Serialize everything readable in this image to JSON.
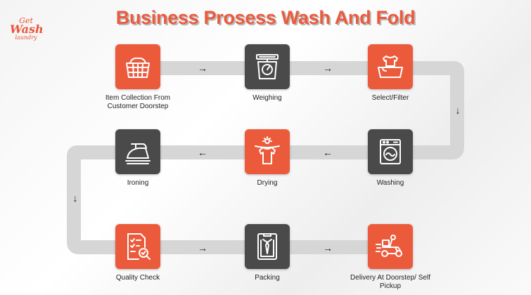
{
  "title": "Business Prosess Wash And Fold",
  "logo": {
    "line1": "Get",
    "line2": "Wash",
    "line3": "laundry"
  },
  "arrows": {
    "right": "→",
    "left": "←",
    "down": "↓"
  },
  "colors": {
    "accent": "#ec5a3c",
    "dark": "#4a4a4a",
    "track": "#d6d6d6"
  },
  "steps": [
    {
      "label": "Item Collection From Customer Doorstep",
      "icon": "laundry-basket-icon",
      "color": "orange"
    },
    {
      "label": "Weighing",
      "icon": "scale-icon",
      "color": "dark"
    },
    {
      "label": "Select/Filter",
      "icon": "shirt-tub-icon",
      "color": "orange"
    },
    {
      "label": "Washing",
      "icon": "washing-machine-icon",
      "color": "dark"
    },
    {
      "label": "Drying",
      "icon": "drying-shirt-icon",
      "color": "orange"
    },
    {
      "label": "Ironing",
      "icon": "iron-icon",
      "color": "dark"
    },
    {
      "label": "Quality Check",
      "icon": "checklist-icon",
      "color": "orange"
    },
    {
      "label": "Packing",
      "icon": "packed-shirt-icon",
      "color": "dark"
    },
    {
      "label": "Delivery At Doorstep/ Self Pickup",
      "icon": "delivery-scooter-icon",
      "color": "orange"
    }
  ]
}
